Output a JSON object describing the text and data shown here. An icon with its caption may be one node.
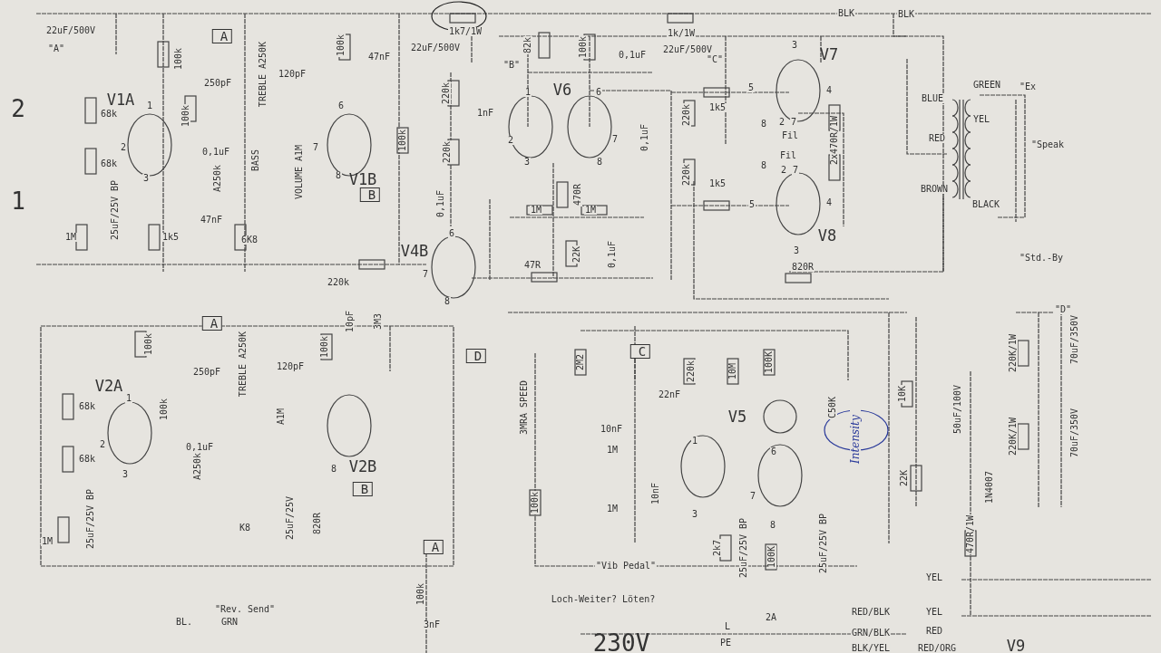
{
  "diagram": {
    "labels": [
      "22uF/500V",
      "\"A\"",
      "100k",
      "A",
      "2",
      "V1A",
      "1",
      "2",
      "3",
      "68k",
      "68k",
      "1",
      "250pF",
      "TREBLE A250K",
      "120pF",
      "100k",
      "0,1uF",
      "BASS",
      "A250k",
      "VOLUME A1M",
      "6",
      "7",
      "8",
      "47nF",
      "25uF/25V BP",
      "1M",
      "1k5",
      "6K8",
      "100k",
      "47nF",
      "V1B",
      "B",
      "220k",
      "1k7/1W",
      "22uF/500V",
      "\"B\"",
      "82k",
      "100k",
      "0,1uF",
      "1k/1W",
      "22uF/500V",
      "\"C\"",
      "V6",
      "100k",
      "220k",
      "1nF",
      "220k",
      "1",
      "6",
      "2",
      "7",
      "3",
      "8",
      "0,1uF",
      "470R",
      "1M",
      "1M",
      "6",
      "V4B",
      "7",
      "8",
      "22K",
      "0,1uF",
      "47R",
      "0,1uF",
      "220k",
      "220k",
      "5",
      "1k5",
      "8",
      "8",
      "1k5",
      "5",
      "BLK",
      "BLK",
      "3",
      "V7",
      "4",
      "2",
      "7",
      "Fil",
      "2x470R/1W",
      "Fil",
      "2",
      "7",
      "4",
      "V8",
      "3",
      "820R",
      "BLUE",
      "GREEN",
      "YEL",
      "RED",
      "BROWN",
      "BLACK",
      "\"Std.-By",
      "\"Ex",
      "\"Speak",
      "100k",
      "A",
      "TREBLE A250K",
      "250pF",
      "120pF",
      "100k",
      "10pF",
      "3M3",
      "D",
      "V2A",
      "1",
      "2",
      "3",
      "68k",
      "68k",
      "100k",
      "0,1uF",
      "A250k",
      "A1M",
      "8",
      "V2B",
      "B",
      "25uF/25V BP",
      "1M",
      "25uF/25V",
      "820R",
      "K8",
      "100k",
      "A",
      "3nF",
      "\"Rev. Send\"",
      "BL.",
      "GRN",
      "C",
      "2M2",
      "220k",
      "10M",
      "100K",
      "22nF",
      "V5",
      "C50K",
      "Intensity",
      "3MRA SPEED",
      "10nF",
      "1M",
      "1",
      "6",
      "10nF",
      "7",
      "1M",
      "100k",
      "3",
      "8",
      "2k7",
      "25uF/25V BP",
      "100K",
      "25uF/25V BP",
      "\"Vib Pedal\"",
      "Loch-Weiter? Löten?",
      "230V",
      "2A",
      "L",
      "PE",
      "RED/BLK",
      "GRN/BLK",
      "BLK/YEL",
      "10K",
      "22K",
      "50uF/100V",
      "1N4007",
      "470R/1W",
      "YEL",
      "YEL",
      "RED",
      "RED/ORG",
      "220K/1W",
      "220K/1W",
      "\"D\"",
      "70uF/350V",
      "70uF/350V",
      "V9"
    ]
  }
}
